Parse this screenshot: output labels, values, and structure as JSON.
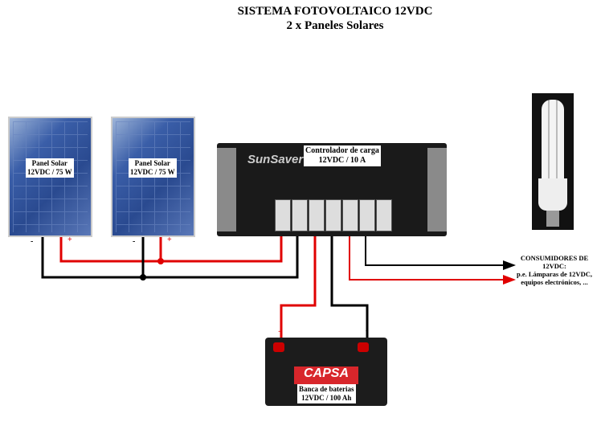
{
  "title": "SISTEMA FOTOVOLTAICO 12VDC",
  "subtitle": "2 x Paneles Solares",
  "panels": [
    {
      "label1": "Panel Solar",
      "label2": "12VDC / 75 W",
      "neg": "-",
      "pos": "+"
    },
    {
      "label1": "Panel Solar",
      "label2": "12VDC / 75 W",
      "neg": "-",
      "pos": "+"
    }
  ],
  "controller": {
    "label1": "Controlador de carga",
    "label2": "12VDC / 10 A",
    "brand": "SunSaver"
  },
  "battery": {
    "label1": "Banca de baterias",
    "label2": "12VDC / 100 Ah",
    "pos": "+",
    "neg": "-",
    "brand": "CAPSA"
  },
  "consumers": {
    "line1": "CONSUMIDORES DE",
    "line2": "12VDC:",
    "line3": "p.e. Lámparas de 12VDC,",
    "line4": "equipos electrónicos, ..."
  },
  "colors": {
    "positive": "#e00000",
    "negative": "#000000"
  }
}
